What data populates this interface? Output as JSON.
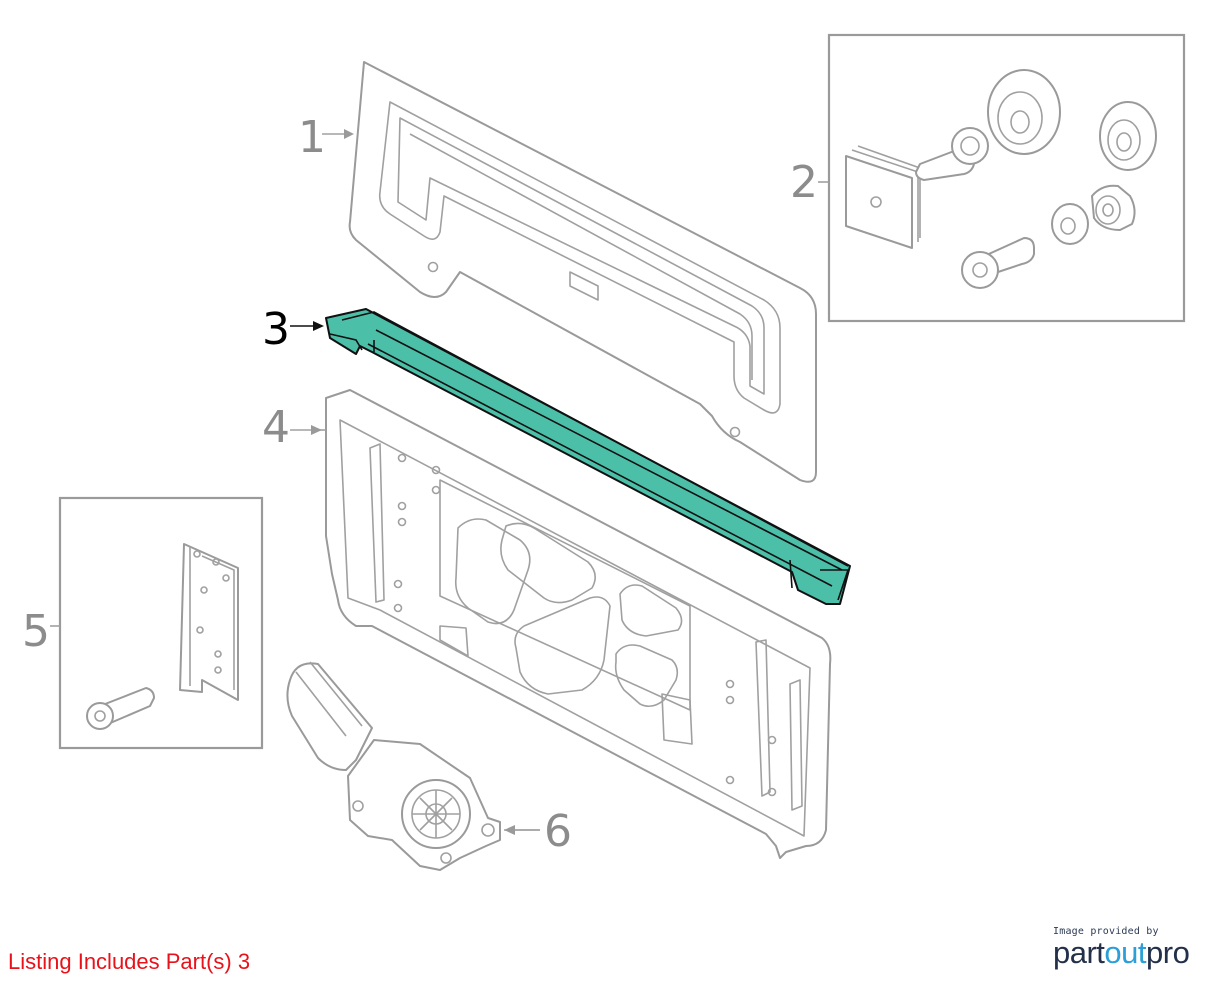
{
  "callouts": {
    "part_1": "1",
    "part_2": "2",
    "part_3": "3",
    "part_4": "4",
    "part_5": "5",
    "part_6": "6"
  },
  "highlighted_part": "3",
  "listing_note": "Listing Includes Part(s) 3",
  "credit": {
    "small": "Image provided by",
    "brand_part1": "part",
    "brand_part2": "out",
    "brand_part3": "pro"
  },
  "colors": {
    "highlight": "#4cbfa8",
    "line_art": "#9a9a9a",
    "listing_text": "#e8121a",
    "brand_dark": "#22304a",
    "brand_accent": "#2c9ed8"
  }
}
